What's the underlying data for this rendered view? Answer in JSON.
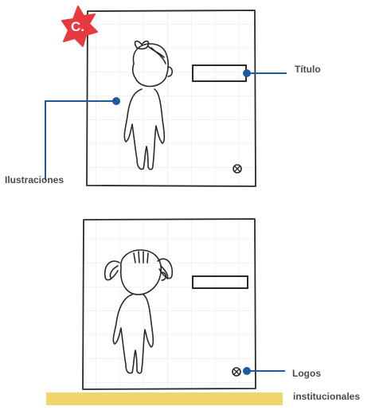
{
  "badge": {
    "letter": "C.",
    "color": "#e63a3f"
  },
  "annotations": {
    "titulo": "Título",
    "ilustraciones": "Ilustraciones",
    "logos_line1": "Logos",
    "logos_line2": "institucionales"
  },
  "colors": {
    "callout_line": "#1d5aa0",
    "sketch_stroke": "#2a2a2a",
    "grid": "#e6e6e6",
    "highlight_bar": "#f0d668"
  }
}
